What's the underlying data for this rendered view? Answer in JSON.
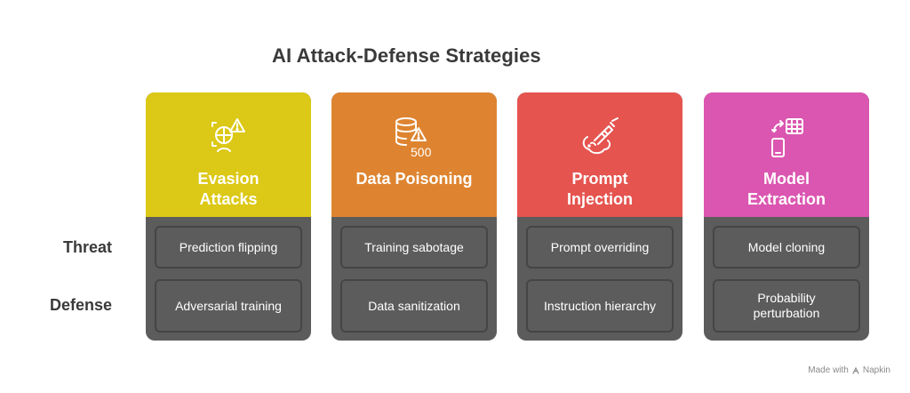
{
  "title": "AI Attack-Defense Strategies",
  "row_labels": {
    "threat": "Threat",
    "defense": "Defense"
  },
  "cards": [
    {
      "title_lines": [
        "Evasion",
        "Attacks"
      ],
      "color": "#dcc816",
      "icon": "face-warning-icon",
      "threat": "Prediction flipping",
      "defense": "Adversarial training"
    },
    {
      "title_lines": [
        "Data Poisoning"
      ],
      "color": "#de8430",
      "icon": "database-warning-icon",
      "icon_text": "500",
      "threat": "Training sabotage",
      "defense": "Data sanitization"
    },
    {
      "title_lines": [
        "Prompt",
        "Injection"
      ],
      "color": "#e5544f",
      "icon": "syringe-brain-icon",
      "threat": "Prompt overriding",
      "defense": "Instruction hierarchy"
    },
    {
      "title_lines": [
        "Model",
        "Extraction"
      ],
      "color": "#db56b0",
      "icon": "phone-table-transfer-icon",
      "threat": "Model cloning",
      "defense_lines": [
        "Probability",
        "perturbation"
      ]
    }
  ],
  "watermark": {
    "prefix": "Made with",
    "brand": "Napkin"
  }
}
